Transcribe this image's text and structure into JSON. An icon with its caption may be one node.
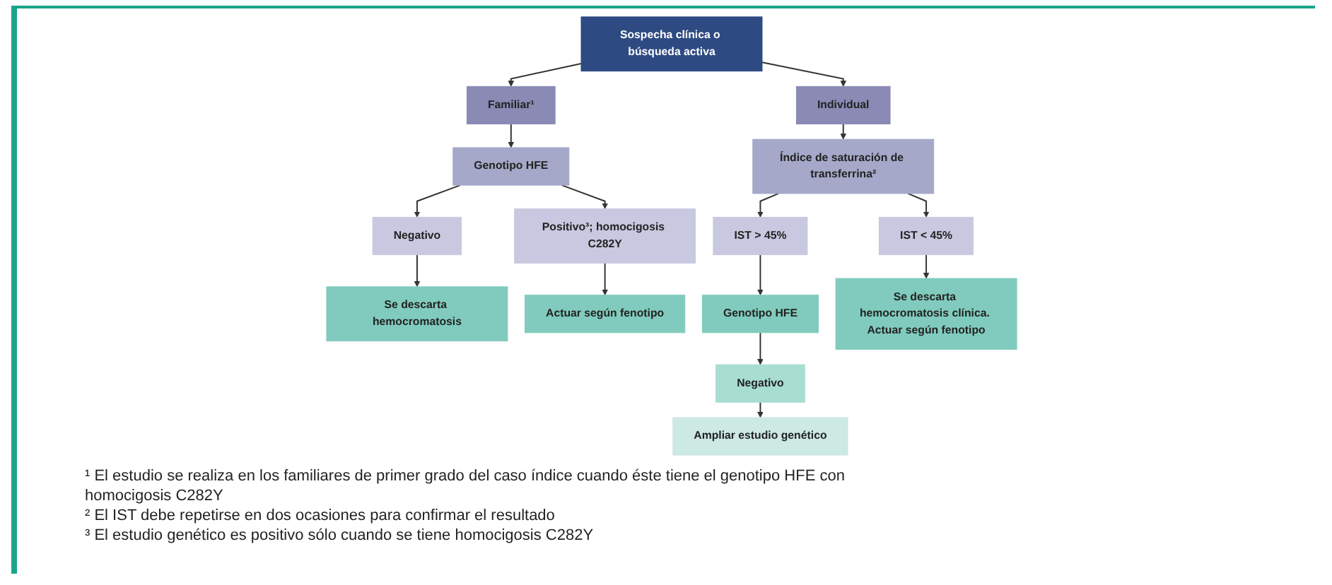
{
  "diagram": {
    "nodes": [
      {
        "text": [
          "Sospecha clínica o búsqueda activa"
        ]
      },
      {
        "text": [
          "Familiar¹"
        ]
      },
      {
        "text": [
          "Individual"
        ]
      },
      {
        "text": [
          "Genotipo HFE"
        ]
      },
      {
        "text": [
          "Índice de saturación de transferrina²"
        ]
      },
      {
        "text": [
          "Negativo"
        ]
      },
      {
        "text": [
          "Positivo³; homocigosis C282Y"
        ]
      },
      {
        "text": [
          "IST > 45%"
        ]
      },
      {
        "text": [
          "IST < 45%"
        ]
      },
      {
        "text": [
          "Se descarta hemocromatosis"
        ]
      },
      {
        "text": [
          "Actuar según fenotipo"
        ]
      },
      {
        "text": [
          "Genotipo HFE"
        ]
      },
      {
        "text": [
          "Se descarta hemocromatosis clínica. Actuar según fenotipo"
        ]
      },
      {
        "text": [
          "Negativo"
        ]
      },
      {
        "text": [
          "Ampliar estudio genético"
        ]
      }
    ],
    "edges": [
      {
        "from": 0,
        "to": 1,
        "arrow": "to"
      },
      {
        "from": 0,
        "to": 2,
        "arrow": "to"
      },
      {
        "from": 1,
        "to": 3,
        "arrow": "to"
      },
      {
        "from": 2,
        "to": 4,
        "arrow": "to"
      },
      {
        "from": 3,
        "to": 5,
        "arrow": "to"
      },
      {
        "from": 3,
        "to": 6,
        "arrow": "to"
      },
      {
        "from": 4,
        "to": 7,
        "arrow": "to"
      },
      {
        "from": 4,
        "to": 8,
        "arrow": "to"
      },
      {
        "from": 5,
        "to": 9,
        "arrow": "to"
      },
      {
        "from": 6,
        "to": 10,
        "arrow": "to"
      },
      {
        "from": 7,
        "to": 11,
        "arrow": "to"
      },
      {
        "from": 8,
        "to": 12,
        "arrow": "to"
      },
      {
        "from": 11,
        "to": 13,
        "arrow": "to"
      },
      {
        "from": 13,
        "to": 14,
        "arrow": "to"
      }
    ],
    "labels": [
      "¹ El estudio se realiza en los familiares de primer grado del caso índice cuando éste tiene el genotipo HFE con homocigosis C282Y",
      "² El IST debe repetirse en dos ocasiones para confirmar el resultado",
      "³ El estudio genético es positivo sólo cuando se tiene homocigosis C282Y"
    ]
  }
}
